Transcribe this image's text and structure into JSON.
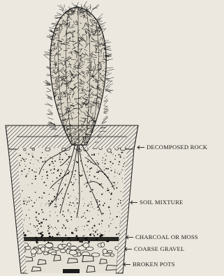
{
  "labels": {
    "decomposed_rock": "DECOMPOSED ROCK",
    "soil_mixture": "SOIL MIXTURE",
    "charcoal_or_moss": "CHARCOAL OR MOSS",
    "coarse_gravel": "COARSE GRAVEL",
    "broken_pots": "BROKEN POTS"
  },
  "colors": {
    "ink": "#1b1b1b",
    "paper": "#ece8df"
  }
}
